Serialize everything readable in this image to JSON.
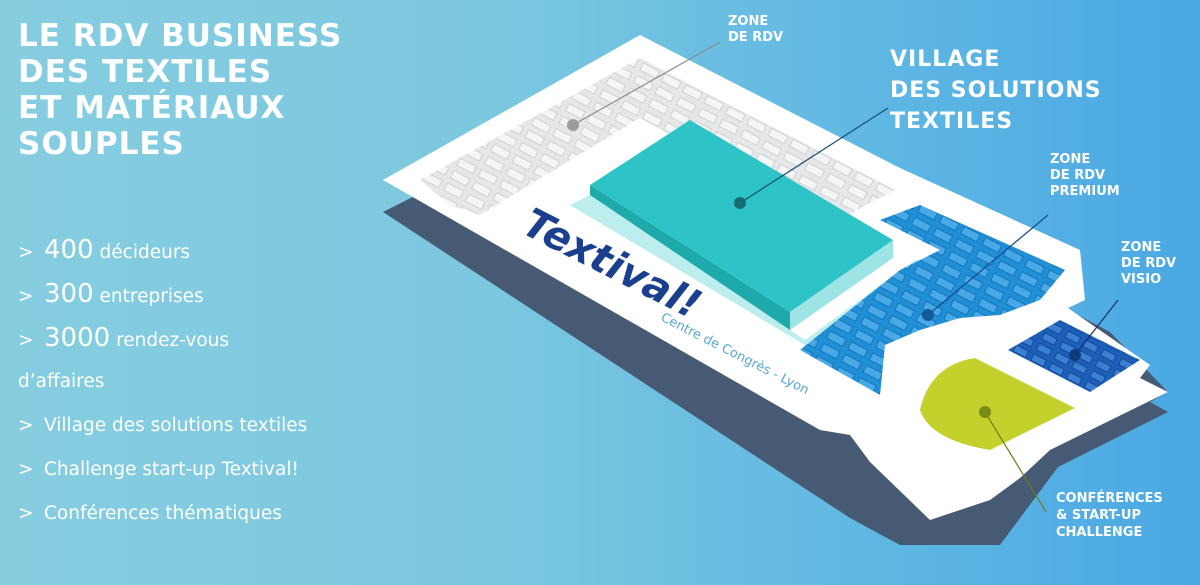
{
  "headline": [
    "LE RDV BUSINESS",
    "DES TEXTILES",
    "ET MATÉRIAUX",
    "SOUPLES"
  ],
  "highlights": [
    {
      "marker": ">",
      "number": "400",
      "text": "décideurs"
    },
    {
      "marker": ">",
      "number": "300",
      "text": "entreprises"
    },
    {
      "marker": ">",
      "number": "3000",
      "text": "rendez-vous"
    },
    {
      "marker": "",
      "number": "",
      "text": "d’affaires"
    },
    {
      "marker": ">",
      "number": "",
      "text": "Village des solutions textiles"
    },
    {
      "marker": ">",
      "number": "",
      "text": "Challenge start-up Textival!"
    },
    {
      "marker": ">",
      "number": "",
      "text": "Conférences thématiques"
    }
  ],
  "logo": {
    "name": "Textival!",
    "venue": "Centre de Congrès - Lyon"
  },
  "zones": {
    "rdv": [
      "ZONE",
      "DE RDV"
    ],
    "village": [
      "VILLAGE",
      "DES SOLUTIONS",
      "TEXTILES"
    ],
    "premium": [
      "ZONE",
      "DE RDV",
      "PREMIUM"
    ],
    "visio": [
      "ZONE",
      "DE RDV",
      "VISIO"
    ],
    "conferences": [
      "CONFÉRENCES",
      "& START-UP",
      "CHALLENGE"
    ]
  },
  "colors": {
    "rdv_zone": "#e6e7e8",
    "village": "#2ec4c7",
    "premium": "#1f8fd6",
    "visio": "#1b5fb8",
    "conferences": "#c3d12d",
    "logo": "#1b3f8f"
  }
}
